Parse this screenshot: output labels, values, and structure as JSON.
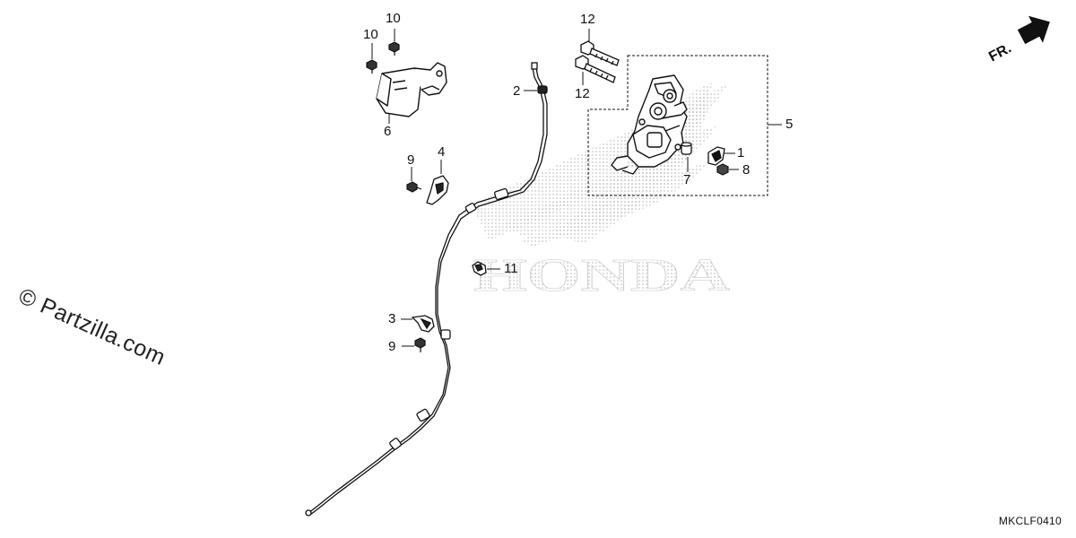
{
  "fr_label": "FR.",
  "brand_text": "HONDA",
  "watermark": "© Partzilla.com",
  "diagram_code": "MKCLF0410",
  "callouts": {
    "c1": "1",
    "c2": "2",
    "c3": "3",
    "c4": "4",
    "c5": "5",
    "c6": "6",
    "c7": "7",
    "c8": "8",
    "c9a": "9",
    "c9b": "9",
    "c10a": "10",
    "c10b": "10",
    "c11": "11",
    "c12a": "12",
    "c12b": "12"
  },
  "colors": {
    "line": "#111111",
    "dots": "#bdbdbd",
    "paper": "#ffffff"
  }
}
